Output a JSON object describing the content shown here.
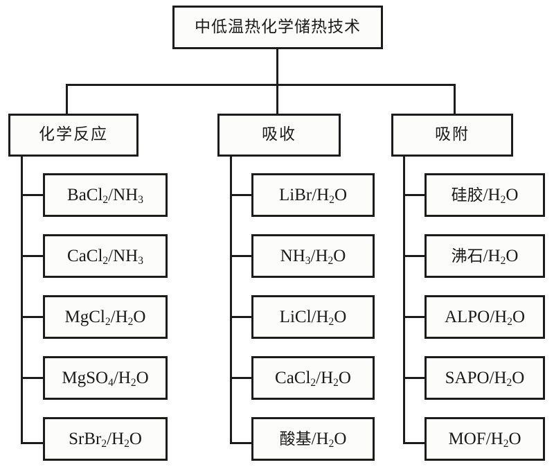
{
  "diagram": {
    "type": "tree",
    "title": "中低温热化学储热技术",
    "root": {
      "label": "中低温热化学储热技术",
      "id": "root-node"
    },
    "branches": [
      {
        "id": "branch-chemical-reaction",
        "label": "化学反应",
        "leaves": [
          {
            "id": "leaf-bacl2-nh3",
            "base": "BaCl",
            "sub1": "2",
            "mid": "/NH",
            "sub2": "3",
            "tail": ""
          },
          {
            "id": "leaf-cacl2-nh3",
            "base": "CaCl",
            "sub1": "2",
            "mid": "/NH",
            "sub2": "3",
            "tail": ""
          },
          {
            "id": "leaf-mgcl2-h2o",
            "base": "MgCl",
            "sub1": "2",
            "mid": "/H",
            "sub2": "2",
            "tail": "O"
          },
          {
            "id": "leaf-mgso4-h2o",
            "base": "MgSO",
            "sub1": "4",
            "mid": "/H",
            "sub2": "2",
            "tail": "O"
          },
          {
            "id": "leaf-srbr2-h2o",
            "base": "SrBr",
            "sub1": "2",
            "mid": "/H",
            "sub2": "2",
            "tail": "O"
          }
        ]
      },
      {
        "id": "branch-absorption",
        "label": "吸收",
        "leaves": [
          {
            "id": "leaf-libr-h2o",
            "base": "LiBr",
            "sub1": "",
            "mid": "/H",
            "sub2": "2",
            "tail": "O"
          },
          {
            "id": "leaf-nh3-h2o",
            "base": "NH",
            "sub1": "3",
            "mid": "/H",
            "sub2": "2",
            "tail": "O"
          },
          {
            "id": "leaf-licl-h2o",
            "base": "LiCl",
            "sub1": "",
            "mid": "/H",
            "sub2": "2",
            "tail": "O"
          },
          {
            "id": "leaf-cacl2-h2o",
            "base": "CaCl",
            "sub1": "2",
            "mid": "/H",
            "sub2": "2",
            "tail": "O"
          },
          {
            "id": "leaf-suanji-h2o",
            "base": "酸基",
            "sub1": "",
            "mid": "/H",
            "sub2": "2",
            "tail": "O"
          }
        ]
      },
      {
        "id": "branch-adsorption",
        "label": "吸附",
        "leaves": [
          {
            "id": "leaf-silicagel-h2o",
            "base": "硅胶",
            "sub1": "",
            "mid": "/H",
            "sub2": "2",
            "tail": "O"
          },
          {
            "id": "leaf-zeolite-h2o",
            "base": "沸石",
            "sub1": "",
            "mid": "/H",
            "sub2": "2",
            "tail": "O"
          },
          {
            "id": "leaf-alpo-h2o",
            "base": "ALPO",
            "sub1": "",
            "mid": "/H",
            "sub2": "2",
            "tail": "O"
          },
          {
            "id": "leaf-sapo-h2o",
            "base": "SAPO",
            "sub1": "",
            "mid": "/H",
            "sub2": "2",
            "tail": "O"
          },
          {
            "id": "leaf-mof-h2o",
            "base": "MOF",
            "sub1": "",
            "mid": "/H",
            "sub2": "2",
            "tail": "O"
          }
        ]
      }
    ],
    "colors": {
      "line": "#1c1c1c",
      "box_fill": "#fcfcfa",
      "text": "#1a1a1a",
      "background": "#ffffff"
    }
  }
}
